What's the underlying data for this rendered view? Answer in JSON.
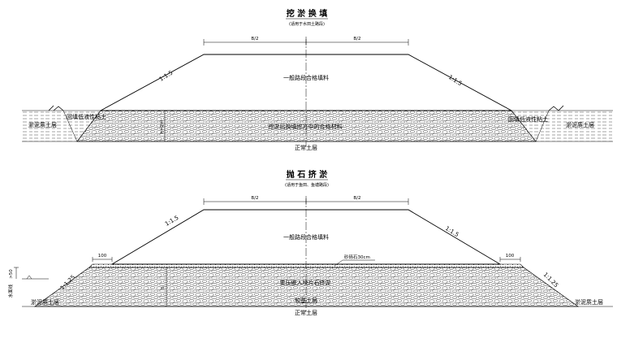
{
  "section1": {
    "title": "挖 淤 换 填",
    "subtitle": "(适用于水田土路段)",
    "half_width_left": "B/2",
    "half_width_right": "B/2",
    "slope_left": "1:1.5",
    "slope_right": "1:1.5",
    "fill_label": "一般路段合格填料",
    "backfill_left": "回填低液性粘土",
    "backfill_right": "回填低液性粘土",
    "silt_left": "淤泥质土层",
    "silt_right": "淤泥质土层",
    "replace_label": "挖淤后换填挖方中的合格材料",
    "depth_label": "h=2m",
    "ground_label": "正常土层"
  },
  "section2": {
    "title": "抛 石 挤 淤",
    "subtitle": "(适用于鱼田、鱼塘路段)",
    "half_width_left": "B/2",
    "half_width_right": "B/2",
    "slope_left": "1:1.5",
    "slope_right": "1:1.5",
    "fill_label": "一般路段合格填料",
    "berm_left": "100",
    "berm_right": "100",
    "gravel_label": "砂砾石30cm",
    "slope_lower_left": "1:1.25",
    "slope_lower_right": "1:1.25",
    "water_label": "水面线",
    "height_label": ">50",
    "rock_label": "重压嵌入块片石挤淤",
    "depth_label": "h",
    "silt_left": "淤泥质土层",
    "silt_right": "淤泥质土层",
    "soft_label": "软基土层",
    "ground_label": "正常土层"
  }
}
